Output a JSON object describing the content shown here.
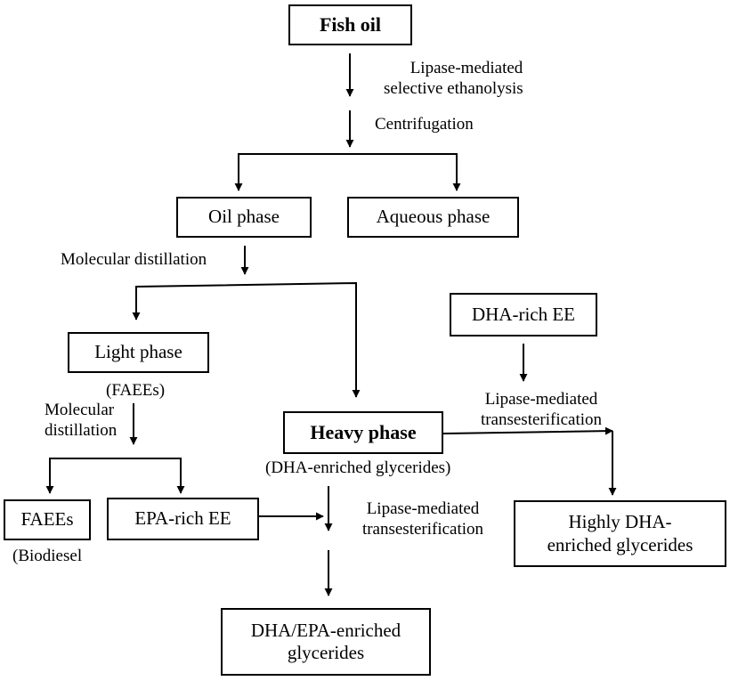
{
  "nodes": {
    "fish_oil": "Fish oil",
    "oil_phase": "Oil phase",
    "aqueous_phase": "Aqueous phase",
    "light_phase": "Light phase",
    "heavy_phase": "Heavy phase",
    "dha_rich_ee": "DHA-rich EE",
    "faees": "FAEEs",
    "epa_rich_ee": "EPA-rich EE",
    "highly_dha": {
      "line1": "Highly DHA-",
      "line2": "enriched glycerides"
    },
    "dha_epa": {
      "line1": "DHA/EPA-enriched",
      "line2": "glycerides"
    }
  },
  "labels": {
    "ethanolysis": {
      "line1": "Lipase-mediated",
      "line2": "selective ethanolysis"
    },
    "centrifugation": "Centrifugation",
    "molecular_distillation_1": "Molecular distillation",
    "faees_note": "(FAEEs)",
    "molecular_distillation_2": {
      "line1": "Molecular",
      "line2": "distillation"
    },
    "heavy_note": "(DHA-enriched glycerides)",
    "transesterification_right": {
      "line1": "Lipase-mediated",
      "line2": "transesterification"
    },
    "transesterification_center": {
      "line1": "Lipase-mediated",
      "line2": "transesterification"
    },
    "biodiesel_note": "(Biodiesel"
  }
}
